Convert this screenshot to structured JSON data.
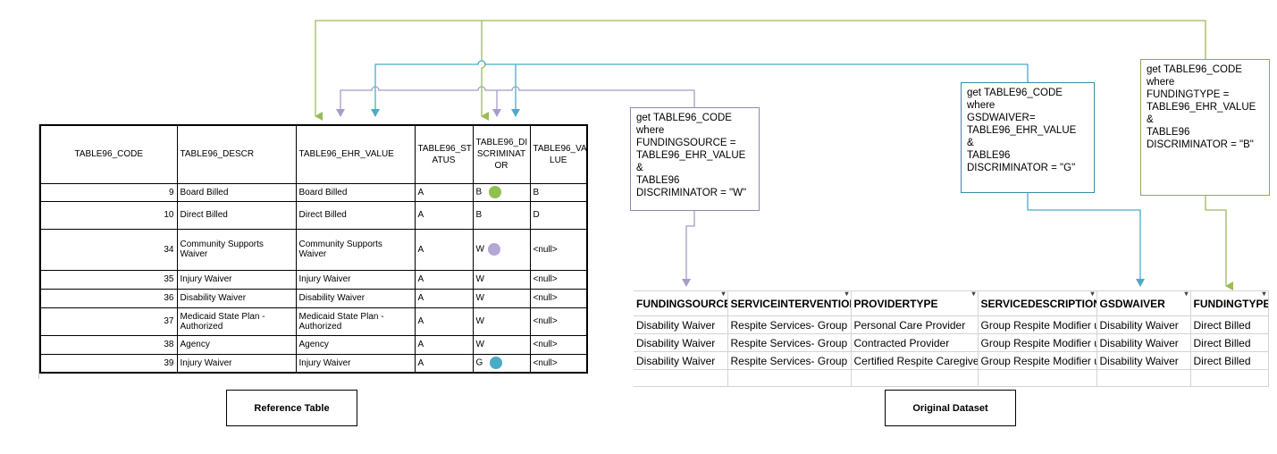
{
  "reference_table": {
    "headers": [
      "TABLE96_CODE",
      "TABLE96_DESCR",
      "TABLE96_EHR_VALUE",
      "TABLE96_ST ATUS",
      "TABLE96_DI SCRIMINAT OR",
      "TABLE96_VA LUE"
    ],
    "rows": [
      {
        "code": "9",
        "descr": "Board Billed",
        "ehr": "Board Billed",
        "status": "A",
        "disc": "B",
        "value": "B",
        "marker": "green"
      },
      {
        "code": "10",
        "descr": "Direct Billed",
        "ehr": "Direct Billed",
        "status": "A",
        "disc": "B",
        "value": "D",
        "marker": ""
      },
      {
        "code": "34",
        "descr": "Community Supports Waiver",
        "ehr": "Community Supports Waiver",
        "status": "A",
        "disc": "W",
        "value": "<null>",
        "marker": "purple"
      },
      {
        "code": "35",
        "descr": "Injury Waiver",
        "ehr": "Injury Waiver",
        "status": "A",
        "disc": "W",
        "value": "<null>",
        "marker": ""
      },
      {
        "code": "36",
        "descr": "Disability Waiver",
        "ehr": "Disability Waiver",
        "status": "A",
        "disc": "W",
        "value": "<null>",
        "marker": ""
      },
      {
        "code": "37",
        "descr": "Medicaid State Plan - Authorized",
        "ehr": "Medicaid State Plan - Authorized",
        "status": "A",
        "disc": "W",
        "value": "<null>",
        "marker": ""
      },
      {
        "code": "38",
        "descr": "Agency",
        "ehr": "Agency",
        "status": "A",
        "disc": "W",
        "value": "<null>",
        "marker": ""
      },
      {
        "code": "39",
        "descr": "Injury Waiver",
        "ehr": "Injury Waiver",
        "status": "A",
        "disc": "G",
        "value": "<null>",
        "marker": "blue"
      }
    ],
    "label": "Reference Table"
  },
  "dataset": {
    "headers": [
      "FUNDINGSOURCE",
      "SERVICEINTERVENTION",
      "PROVIDERTYPE",
      "SERVICEDESCRIPTION",
      "GSDWAIVER",
      "FUNDINGTYPE"
    ],
    "rows": [
      [
        "Disability Waiver",
        "Respite Services- Group",
        "Personal Care Provider",
        "Group Respite Modifier u",
        "Disability Waiver",
        "Direct Billed"
      ],
      [
        "Disability Waiver",
        "Respite Services- Group",
        "Contracted Provider",
        "Group Respite Modifier u",
        "Disability Waiver",
        "Direct Billed"
      ],
      [
        "Disability Waiver",
        "Respite Services- Group",
        "Certified Respite Caregiver",
        "Group Respite Modifier u",
        "Disability Waiver",
        "Direct Billed"
      ]
    ],
    "label": "Original Dataset"
  },
  "notes": {
    "w": "get TABLE96_CODE\nwhere\nFUNDINGSOURCE =\nTABLE96_EHR_VALUE\n&\nTABLE96\nDISCRIMINATOR = \"W\"",
    "g": "get TABLE96_CODE\nwhere\nGSDWAIVER=\nTABLE96_EHR_VALUE\n&\nTABLE96\nDISCRIMINATOR = \"G\"",
    "b": "get  TABLE96_CODE\nwhere\n FUNDINGTYPE =\nTABLE96_EHR_VALUE\n&\nTABLE96\nDISCRIMINATOR = \"B\""
  },
  "colors": {
    "green": "#9bbb59",
    "purple": "#a99bc9",
    "blue": "#4bacc6",
    "marker_green": "#92c050",
    "marker_purple": "#b4a7d6",
    "marker_blue": "#4bacc6"
  }
}
